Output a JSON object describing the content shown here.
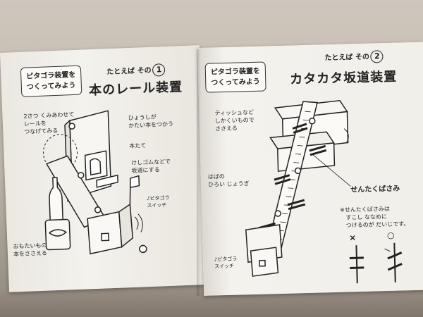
{
  "left_page": {
    "label_box": [
      "ピタゴラ装置を",
      "つくってみよう"
    ],
    "example_prefix": "たとえば その",
    "example_number": "1",
    "title": "本のレール装置",
    "notes": {
      "stack_books": [
        "2さつ くみあわせて",
        "レールを",
        "つなげてみる"
      ],
      "hard_book": [
        "ひょうしが",
        "かたい本をつかう"
      ],
      "bookend": "本たて",
      "eraser": [
        "けしゴムなどで",
        "坂道にする"
      ],
      "heavy_object": [
        "おもたいもので",
        "本をささえる"
      ],
      "switch": [
        "♪ピタゴラ",
        "スイッチ"
      ]
    }
  },
  "right_page": {
    "label_box": [
      "ピタゴラ装置を",
      "つくってみよう"
    ],
    "example_prefix": "たとえば その",
    "example_number": "2",
    "title": "カタカタ坂道装置",
    "notes": {
      "tissue_box": [
        "ティッシュなど",
        "しかくいもので",
        "ささえる"
      ],
      "ruler": [
        "はばの",
        "ひろい じょうぎ"
      ],
      "clothespin": "せんたくばさみ",
      "tip": [
        "※せんたくばさみは",
        "すこし ななめに",
        "つけるのが だいじです。"
      ],
      "bad_mark": "×",
      "good_mark": "○",
      "switch": [
        "♪ピタゴラ",
        "スイッチ"
      ]
    }
  }
}
